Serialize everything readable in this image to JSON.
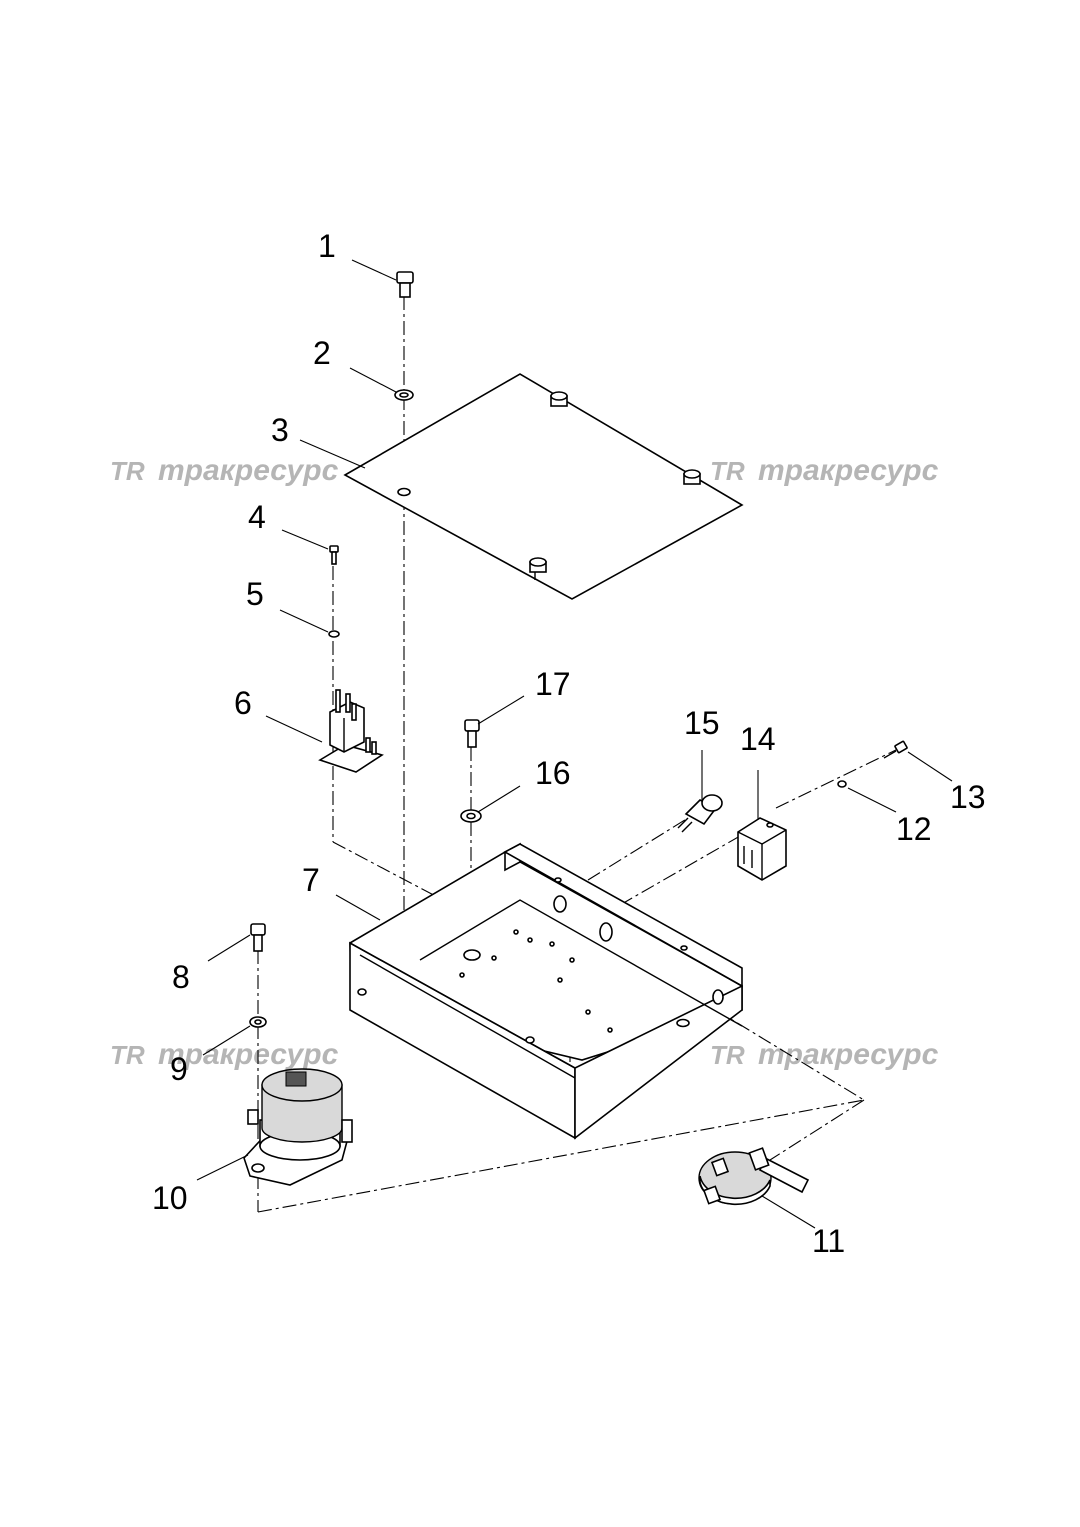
{
  "watermark": {
    "logo": "TR",
    "text": "тракресурс",
    "color": "#b5b5b5"
  },
  "callouts": [
    {
      "id": "1",
      "label": "1"
    },
    {
      "id": "2",
      "label": "2"
    },
    {
      "id": "3",
      "label": "3"
    },
    {
      "id": "4",
      "label": "4"
    },
    {
      "id": "5",
      "label": "5"
    },
    {
      "id": "6",
      "label": "6"
    },
    {
      "id": "7",
      "label": "7"
    },
    {
      "id": "8",
      "label": "8"
    },
    {
      "id": "9",
      "label": "9"
    },
    {
      "id": "10",
      "label": "10"
    },
    {
      "id": "11",
      "label": "11"
    },
    {
      "id": "12",
      "label": "12"
    },
    {
      "id": "13",
      "label": "13"
    },
    {
      "id": "14",
      "label": "14"
    },
    {
      "id": "15",
      "label": "15"
    },
    {
      "id": "16",
      "label": "16"
    },
    {
      "id": "17",
      "label": "17"
    }
  ]
}
